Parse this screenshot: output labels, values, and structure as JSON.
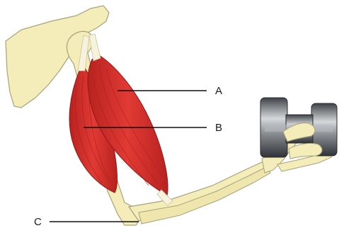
{
  "labels": {
    "a": "A",
    "b": "B",
    "c": "C"
  },
  "colors": {
    "bone": "#f4edb9",
    "bone_outline": "#a8a27a",
    "muscle": "#d8302c",
    "muscle_dark": "#a81e1c",
    "tendon": "#f6f2dc",
    "weight": "#5d6064",
    "weight_light": "#c5c8cb"
  }
}
